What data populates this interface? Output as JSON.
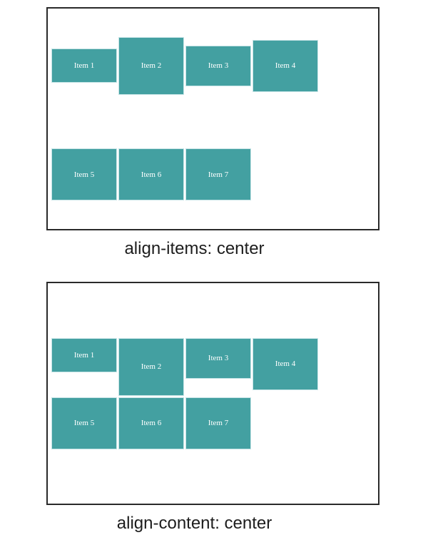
{
  "colors": {
    "item_fill": "#43a0a1",
    "item_text": "#ffffff",
    "item_border": "#c6e4e6",
    "container_border": "#2a2a2a",
    "caption_text": "#1d1d1d",
    "page_background": "#ffffff"
  },
  "figures": [
    {
      "caption": "align-items: center",
      "items": [
        {
          "label": "Item 1"
        },
        {
          "label": "Item 2"
        },
        {
          "label": "Item 3"
        },
        {
          "label": "Item 4"
        },
        {
          "label": "Item 5"
        },
        {
          "label": "Item 6"
        },
        {
          "label": "Item 7"
        }
      ]
    },
    {
      "caption": "align-content: center",
      "items": [
        {
          "label": "Item 1"
        },
        {
          "label": "Item 2"
        },
        {
          "label": "Item 3"
        },
        {
          "label": "Item 4"
        },
        {
          "label": "Item 5"
        },
        {
          "label": "Item 6"
        },
        {
          "label": "Item 7"
        }
      ]
    }
  ]
}
